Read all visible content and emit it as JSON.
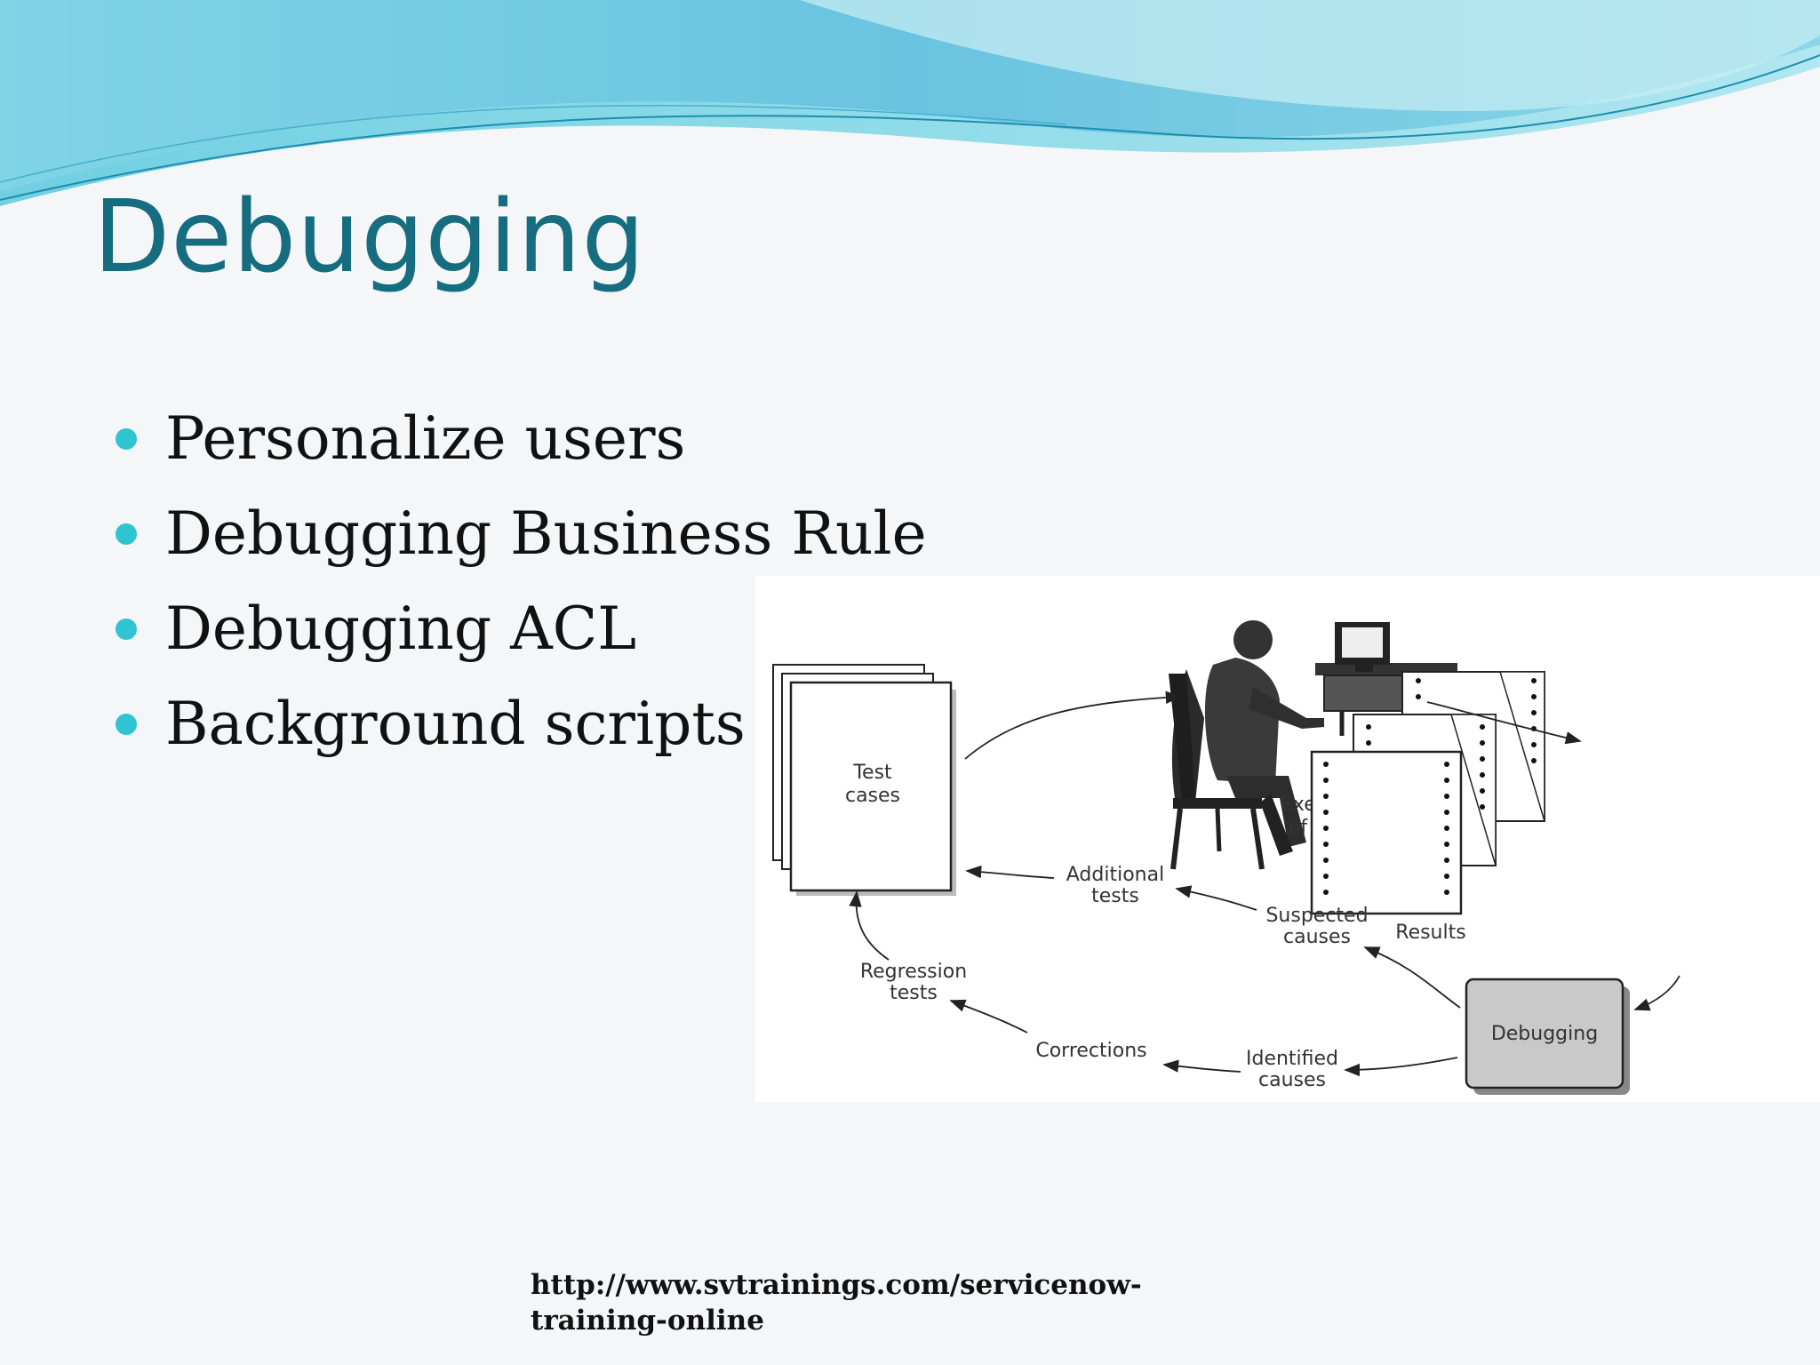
{
  "slide": {
    "title": "Debugging",
    "bullets": [
      "Personalize users",
      "Debugging Business Rule",
      "Debugging ACL",
      "Background scripts"
    ],
    "footer": {
      "line1": "http://www.svtrainings.com/servicenow-",
      "line2": "training-online"
    }
  },
  "diagram": {
    "test_cases": [
      "Test",
      "cases"
    ],
    "execution": [
      "Execution",
      "of cases"
    ],
    "results": "Results",
    "debugging": "Debugging",
    "additional_tests": [
      "Additional",
      "tests"
    ],
    "suspected_causes": [
      "Suspected",
      "causes"
    ],
    "regression_tests": [
      "Regression",
      "tests"
    ],
    "corrections": "Corrections",
    "identified_causes": [
      "Identified",
      "causes"
    ]
  },
  "colors": {
    "title": "#176d80",
    "bullet": "#2ec4d2",
    "wave_light": "#a8dde8",
    "wave_mid": "#5cc4dc",
    "wave_dark": "#2aa7c9"
  }
}
